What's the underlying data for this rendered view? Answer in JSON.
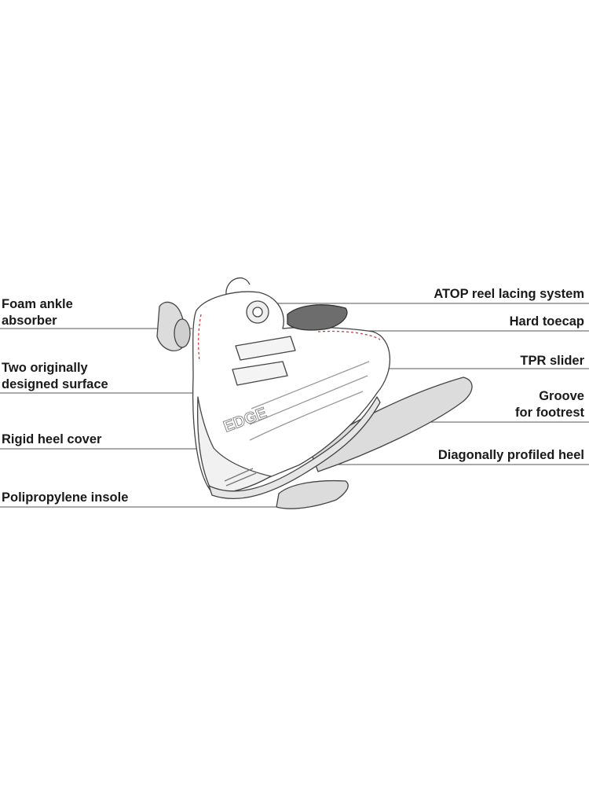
{
  "labels": {
    "foam_ankle": [
      "Foam ankle",
      "absorber"
    ],
    "two_originally": [
      "Two originally",
      "designed surface"
    ],
    "rigid_heel": "Rigid heel cover",
    "polipropylene": "Polipropylene insole",
    "atop": "ATOP reel lacing system",
    "hard_toecap": "Hard toecap",
    "tpr_slider": "TPR slider",
    "groove": [
      "Groove",
      "for footrest"
    ],
    "diagonal_heel": "Diagonally profiled heel"
  },
  "brand_text": "EDGE",
  "colors": {
    "text": "#1a1a1a",
    "line": "#555555",
    "outline": "#444444",
    "part_fill": "#dcdcdc",
    "dark_part": "#6d6d6d",
    "accent_dash": "#d23a3a"
  }
}
